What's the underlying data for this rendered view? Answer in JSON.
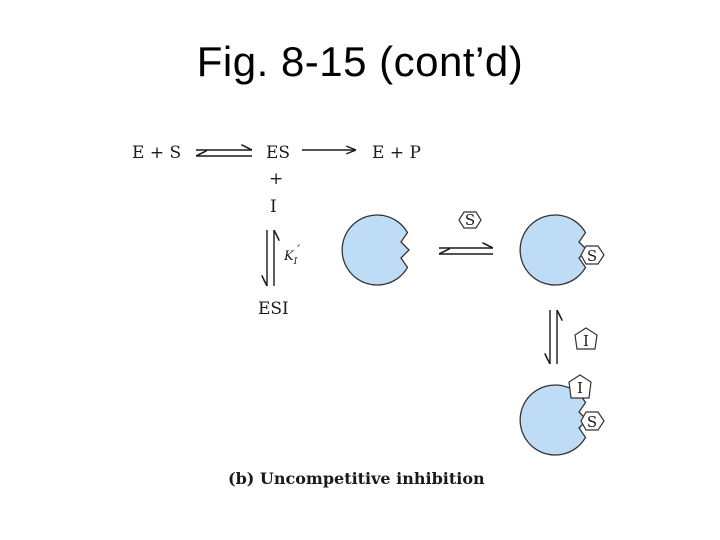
{
  "slide": {
    "title": "Fig. 8-15 (cont’d)"
  },
  "scheme": {
    "left": "E + S",
    "center": "ES",
    "right": "E + P",
    "plus": "+",
    "inhibitor": "I",
    "constant": "K",
    "constant_sub": "I",
    "constant_prime": "′",
    "complex": "ESI"
  },
  "cartoon": {
    "substrate_label": "S",
    "inhibitor_label": "I"
  },
  "caption": "(b) Uncompetitive inhibition",
  "colors": {
    "enzyme_fill": "#bfdcf7",
    "outline": "#333333"
  }
}
